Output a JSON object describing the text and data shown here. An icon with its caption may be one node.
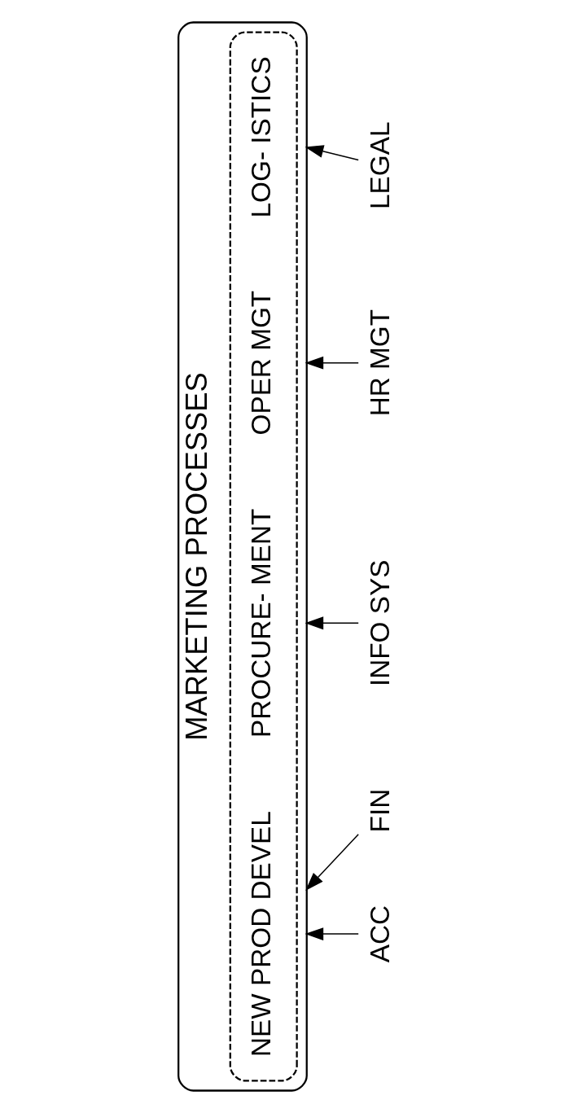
{
  "diagram": {
    "nodes": [
      {
        "text": [
          "MARKETING PROCESSES"
        ]
      },
      {
        "text": [],
        "shape": "ellipse",
        "in": 0
      },
      {
        "text": [
          "NEW PROD DEVEL"
        ],
        "in": 1
      },
      {
        "text": [
          "PROCURE- MENT"
        ],
        "in": 1
      },
      {
        "text": [
          "OPER MGT"
        ],
        "in": 1
      },
      {
        "text": [
          "LOG- ISTICS"
        ],
        "in": 1
      },
      {
        "text": [
          "ACC"
        ]
      },
      {
        "text": [
          "FIN"
        ]
      },
      {
        "text": [
          "INFO SYS"
        ]
      },
      {
        "text": [
          "HR MGT"
        ]
      },
      {
        "text": [
          "LEGAL"
        ]
      }
    ],
    "edges": [
      {
        "from": 6,
        "to": 0,
        "arrow": "to"
      },
      {
        "from": 7,
        "to": 0,
        "arrow": "to"
      },
      {
        "from": 8,
        "to": 0,
        "arrow": "to"
      },
      {
        "from": 9,
        "to": 0,
        "arrow": "to"
      },
      {
        "from": 10,
        "to": 0,
        "arrow": "to"
      }
    ]
  }
}
